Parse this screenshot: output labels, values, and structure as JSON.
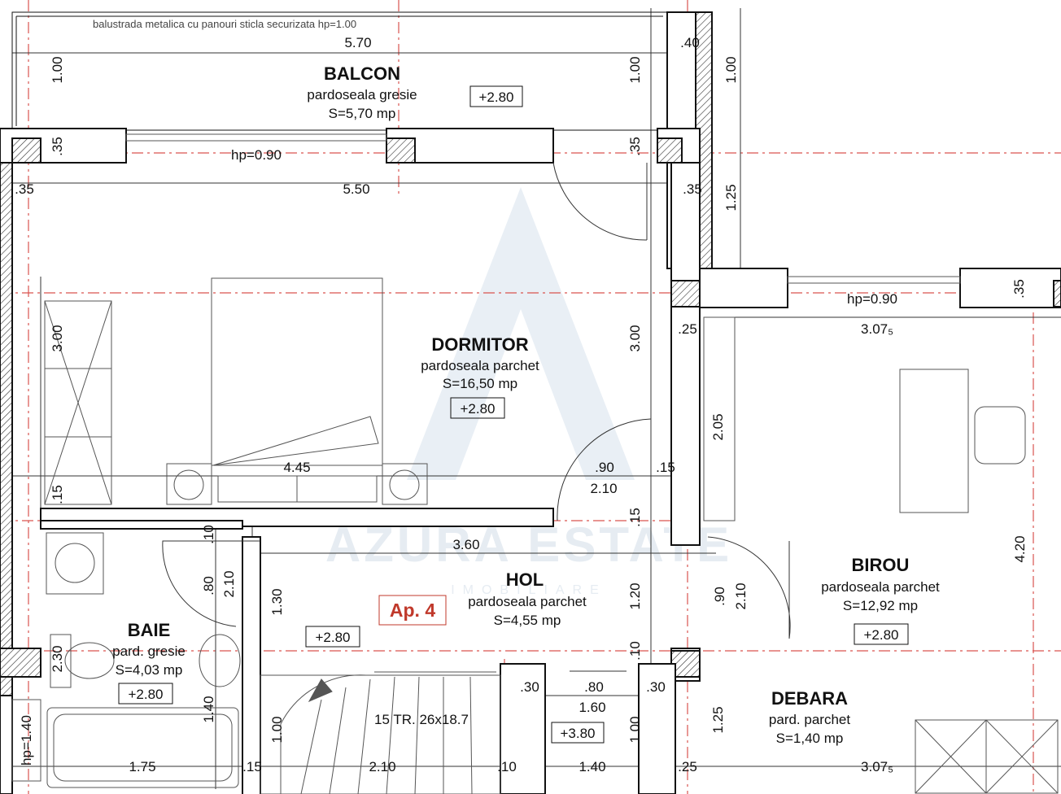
{
  "colors": {
    "wall": "#111111",
    "axis": "#d9534f",
    "apartment_label": "#c0392b",
    "watermark": "#e6ecf2"
  },
  "watermark": {
    "brand": "AZURA ESTATE",
    "tagline": "IMOBILIARE"
  },
  "apartment": "Ap. 4",
  "note_railing": "balustrada metalica cu panouri sticla securizata hp=1.00",
  "rooms": {
    "balcon": {
      "name": "BALCON",
      "finish": "pardoseala gresie",
      "area": "S=5,70 mp",
      "level": "+2.80"
    },
    "dormitor": {
      "name": "DORMITOR",
      "finish": "pardoseala parchet",
      "area": "S=16,50 mp",
      "level": "+2.80"
    },
    "hol": {
      "name": "HOL",
      "finish": "pardoseala parchet",
      "area": "S=4,55 mp",
      "level": "+2.80"
    },
    "baie": {
      "name": "BAIE",
      "finish": "pard. gresie",
      "area": "S=4,03 mp",
      "level": "+2.80"
    },
    "birou": {
      "name": "BIROU",
      "finish": "pardoseala parchet",
      "area": "S=12,92 mp",
      "level": "+2.80"
    },
    "debara": {
      "name": "DEBARA",
      "finish": "pard. parchet",
      "area": "S=1,40 mp"
    },
    "landing": {
      "level": "+3.80"
    }
  },
  "stairs": "15 TR. 26x18.7",
  "window_heights": {
    "dormitor": "hp=0.90",
    "birou": "hp=0.90",
    "baie": "hp=1.40"
  },
  "dims": {
    "balcon_width": "5.70",
    "balcon_depth_left": "1.00",
    "balcon_depth_right": "1.00",
    "balcon_depth_far": "1.00",
    "wall_40": ".40",
    "wall_35_a": ".35",
    "wall_35_b": ".35",
    "wall_35_c": ".35",
    "wall_35_d": ".35",
    "wall_35_e": ".35",
    "dormitor_width": "5.50",
    "dormitor_depth_left": "3.00",
    "dormitor_depth_right": "3.00",
    "right_step": "1.25",
    "wall_25_a": ".25",
    "birou_width": "3.07₅",
    "wardrobe_width": "4.45",
    "door_90_a": ".90",
    "door_210_a": "2.10",
    "wall_15_a": ".15",
    "wall_15_b": ".15",
    "wall_15_c": ".15",
    "birou_wall": "2.05",
    "wall_10_a": ".10",
    "hol_width": "3.60",
    "baie_door_80": ".80",
    "baie_door_210": "2.10",
    "hol_130": "1.30",
    "hol_120": "1.20",
    "door_90_b": ".90",
    "door_210_b": "2.10",
    "birou_depth": "4.20",
    "baie_230": "2.30",
    "wall_10_b": ".10",
    "wall_30_a": ".30",
    "door_80_c": ".80",
    "wall_30_b": ".30",
    "landing_160": "1.60",
    "baie_140": "1.40",
    "stairs_100": "1.00",
    "landing_100": "1.00",
    "debara_125": "1.25",
    "baie_width": "1.75",
    "wall_15_d": ".15",
    "stairs_width": "2.10",
    "wall_10_c": ".10",
    "landing_width": "1.40",
    "wall_25_b": ".25",
    "debara_width": "3.07₅"
  }
}
